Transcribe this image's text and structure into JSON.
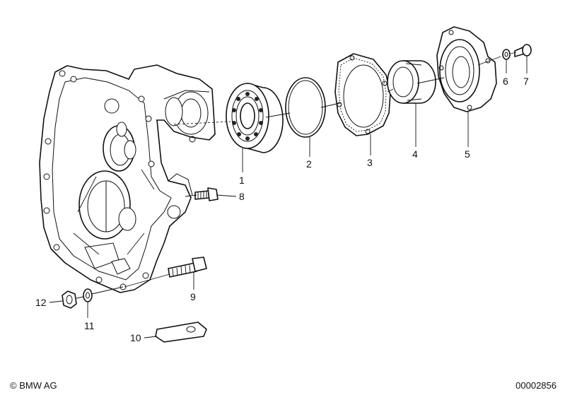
{
  "diagram": {
    "parts": [
      {
        "number": "1"
      },
      {
        "number": "2"
      },
      {
        "number": "3"
      },
      {
        "number": "4"
      },
      {
        "number": "5"
      },
      {
        "number": "6"
      },
      {
        "number": "7"
      },
      {
        "number": "8"
      },
      {
        "number": "9"
      },
      {
        "number": "10"
      },
      {
        "number": "11"
      },
      {
        "number": "12"
      }
    ]
  },
  "footer": {
    "copyright": "© BMW AG",
    "doc_number": "00002856"
  }
}
